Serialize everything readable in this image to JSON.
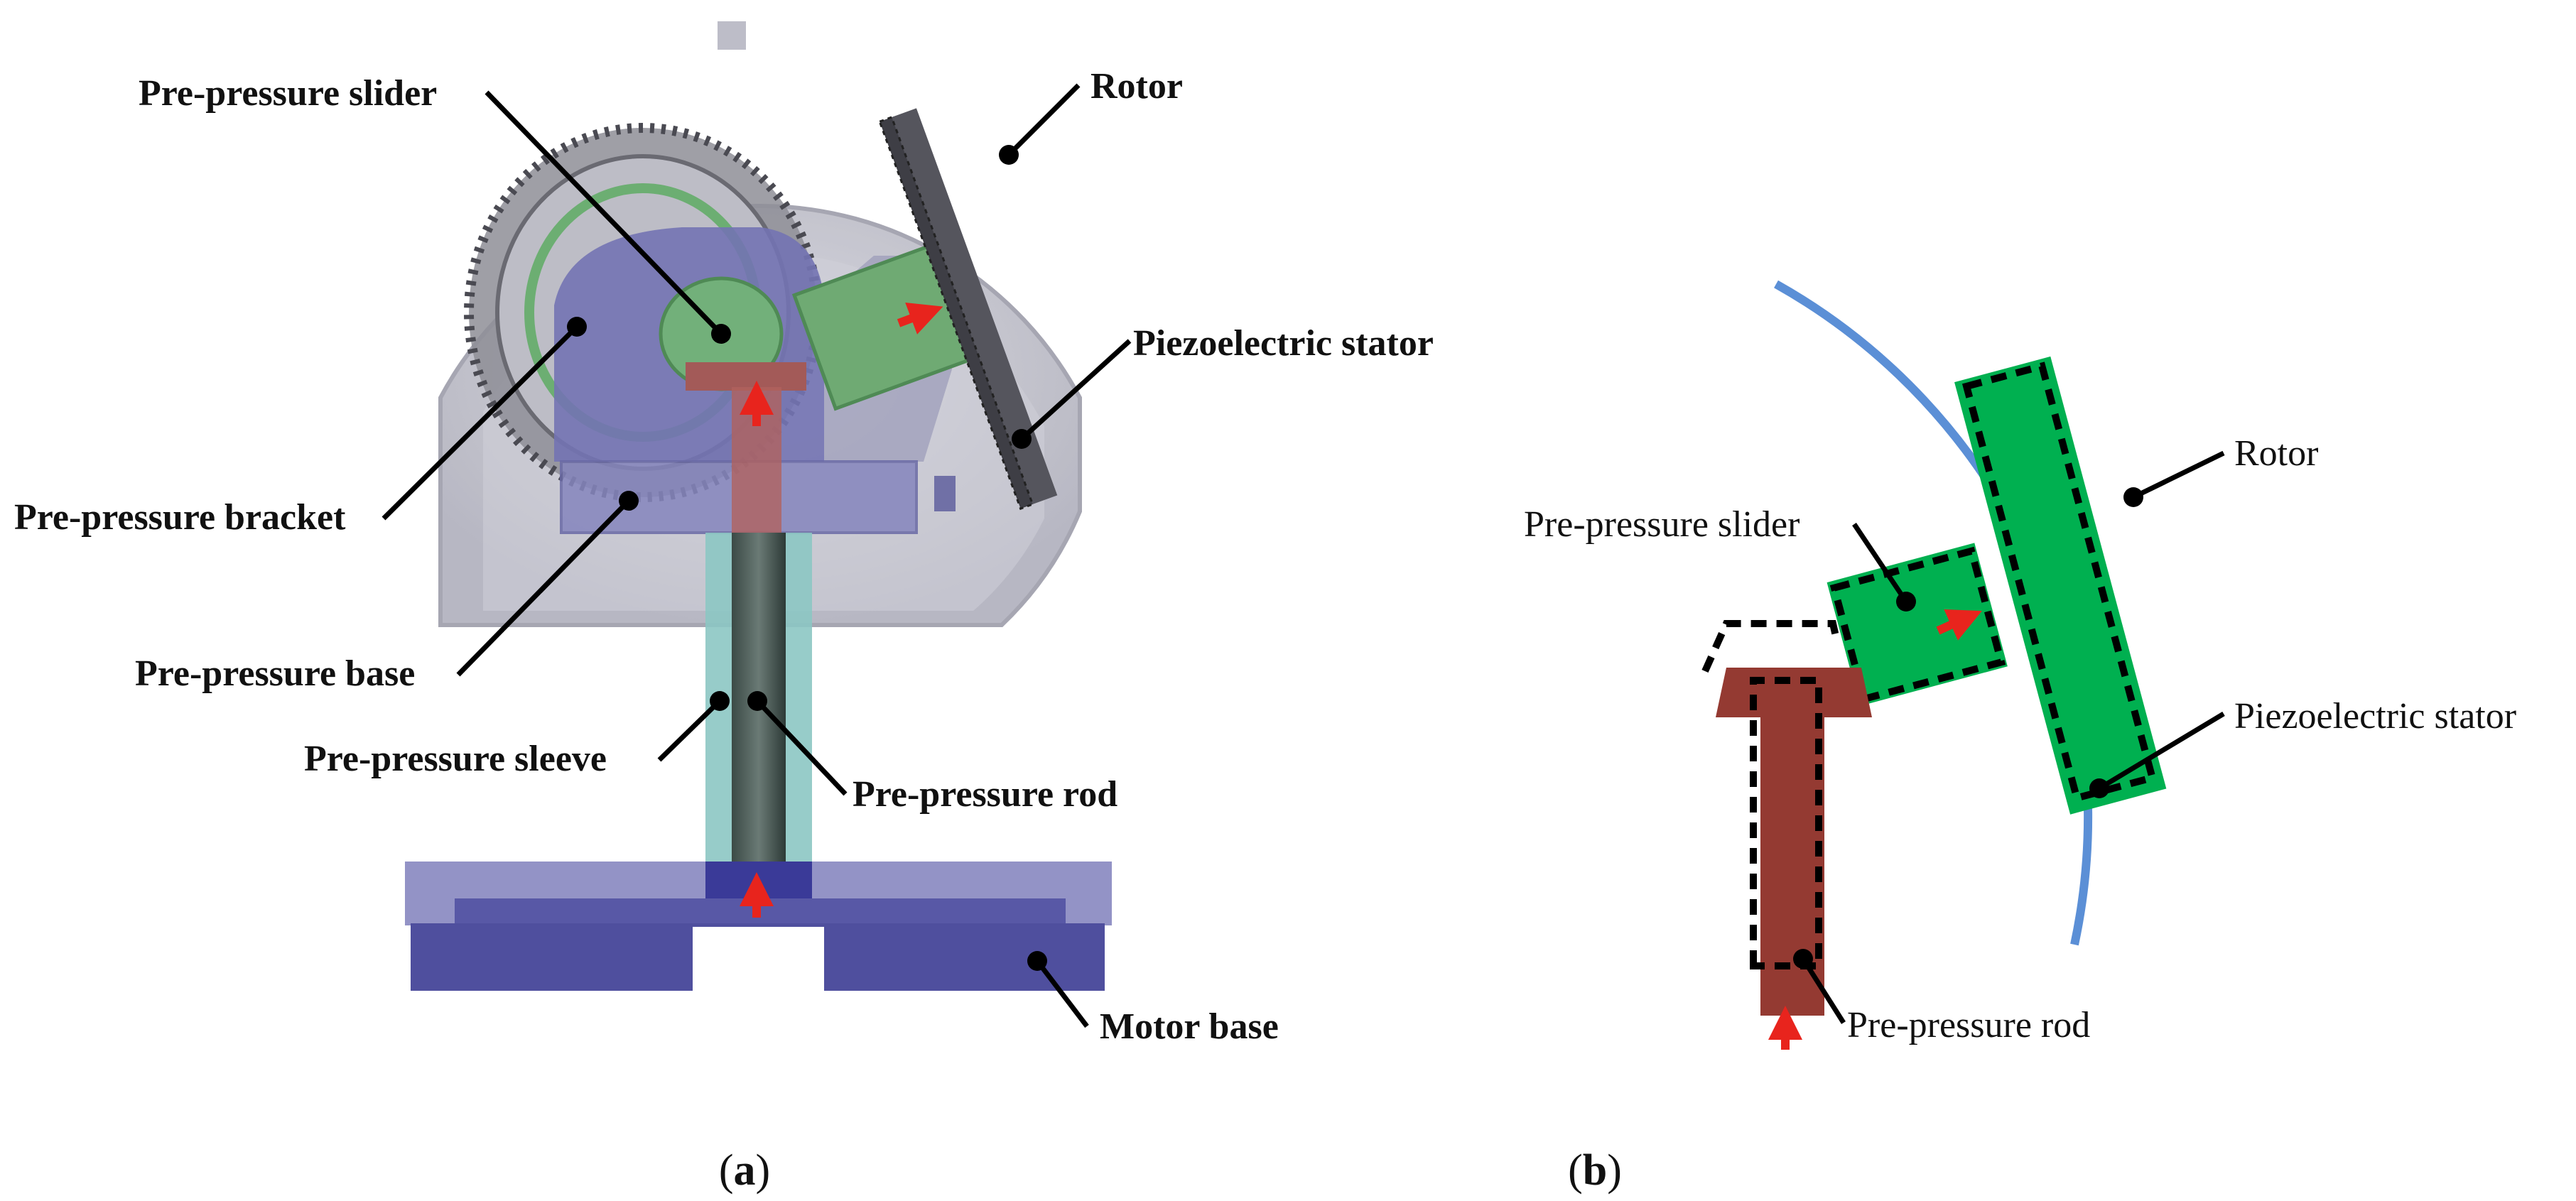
{
  "panel_a": {
    "caption_letter": "a",
    "labels": {
      "pre_pressure_slider": "Pre-pressure slider",
      "rotor": "Rotor",
      "piezoelectric_stator": "Piezoelectric stator",
      "pre_pressure_bracket": "Pre-pressure bracket",
      "pre_pressure_base": "Pre-pressure base",
      "pre_pressure_sleeve": "Pre-pressure sleeve",
      "pre_pressure_rod": "Pre-pressure rod",
      "motor_base": "Motor base"
    }
  },
  "panel_b": {
    "caption_letter": "b",
    "labels": {
      "rotor": "Rotor",
      "pre_pressure_slider": "Pre-pressure slider",
      "piezoelectric_stator": "Piezoelectric stator",
      "pre_pressure_rod": "Pre-pressure rod"
    }
  },
  "colors": {
    "shell": "#c9c9d3",
    "bracket": "#7070b0",
    "slider_green": "#6fae7a",
    "rod_red": "#a0514f",
    "sleeve": "#8cc6c3",
    "motor_base": "#4f4f9e",
    "rotor_blue": "#5b8fd6",
    "stator_green": "#00b050",
    "rod_brown": "#943a32",
    "arrow_red": "#e8241d"
  }
}
